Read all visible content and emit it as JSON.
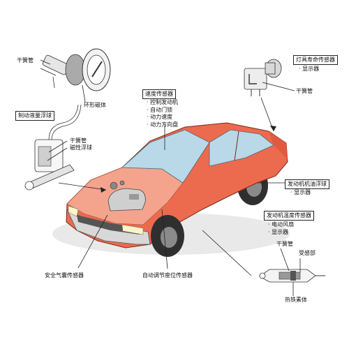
{
  "reed_switch_group": {
    "label_reed": "干簧管",
    "label_ring_magnet": "环形磁体"
  },
  "level_float": {
    "title": "制动液量浮球",
    "label_reed": "干簧管",
    "label_magnet_float": "磁性浮球"
  },
  "speed_sensor": {
    "title": "速度传感器",
    "items": [
      "控制发动机",
      "自动门锁",
      "动力速度",
      "动力方向盘"
    ]
  },
  "lamp_life": {
    "title": "灯具寿命传感器",
    "items": [
      "显示器"
    ],
    "label_reed": "干簧管"
  },
  "engine_oil_float": {
    "title": "发动机机油浮球",
    "items": [
      "显示器"
    ]
  },
  "engine_temp": {
    "title": "发动机温度传感器",
    "items": [
      "电动风扇",
      "显示器"
    ],
    "label_reed": "干簧管",
    "label_sensing": "受感部",
    "label_ferrite": "热铁素体"
  },
  "airbag": {
    "title": "安全气囊传感器"
  },
  "seat": {
    "title": "自动调节座位传感器"
  },
  "colors": {
    "car_body": "#ec6a4e",
    "car_hood": "#f4a48c",
    "glass": "#b9d8e8",
    "tire": "#2f2f2f",
    "line": "#222222"
  }
}
